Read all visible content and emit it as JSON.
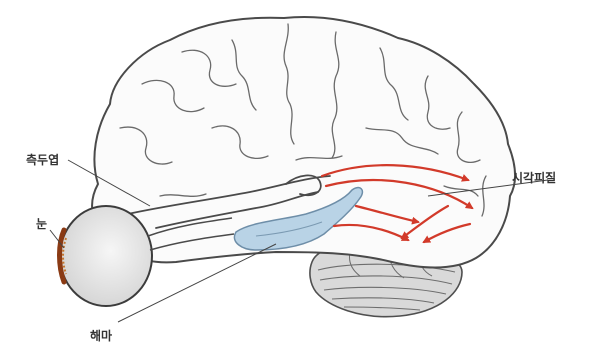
{
  "labels": {
    "temporal_lobe": "측두엽",
    "visual_cortex": "시각피질",
    "eye": "눈",
    "hippocampus": "해마"
  },
  "colors": {
    "outline": "#555555",
    "sulci": "#6a6a6a",
    "arrow": "#d23a2a",
    "hippocampus": "#b9d3e6",
    "hippocampus_outline": "#6e8ea8",
    "eye_fill": "#e9e9e9",
    "retina": "#8a3a14",
    "leader": "#444444"
  },
  "icons": {
    "brain": "brain-side-view",
    "eye": "eyeball",
    "cerebellum": "cerebellum",
    "hippocampus": "hippocampus",
    "pathway": "visual-pathway-arrows"
  }
}
